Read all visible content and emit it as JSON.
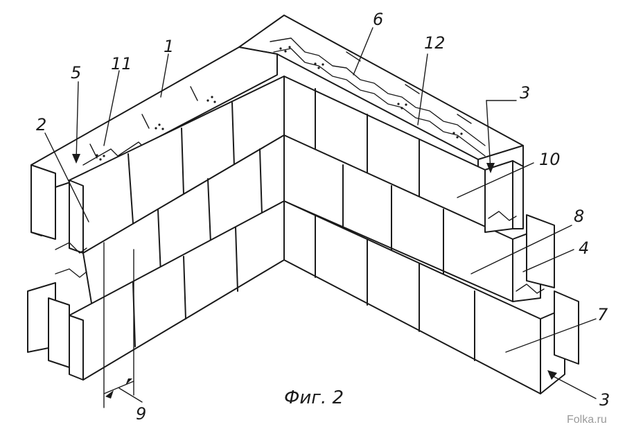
{
  "figure": {
    "caption": "Фиг. 2",
    "watermark": "Folka.ru"
  },
  "callouts": [
    {
      "id": "1",
      "label": "1"
    },
    {
      "id": "2",
      "label": "2"
    },
    {
      "id": "3a",
      "label": "3"
    },
    {
      "id": "3b",
      "label": "3"
    },
    {
      "id": "4",
      "label": "4"
    },
    {
      "id": "5",
      "label": "5"
    },
    {
      "id": "6",
      "label": "6"
    },
    {
      "id": "7",
      "label": "7"
    },
    {
      "id": "8",
      "label": "8"
    },
    {
      "id": "9",
      "label": "9"
    },
    {
      "id": "10",
      "label": "10"
    },
    {
      "id": "11",
      "label": "11"
    },
    {
      "id": "12",
      "label": "12"
    }
  ]
}
